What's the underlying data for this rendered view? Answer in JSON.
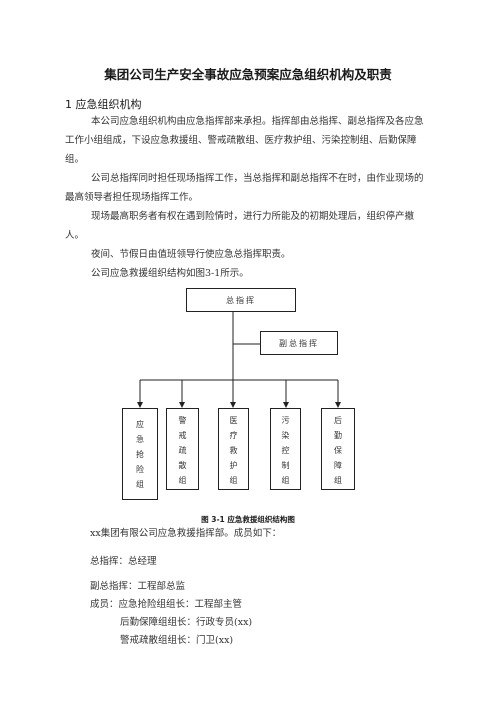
{
  "document": {
    "title": "集团公司生产安全事故应急预案应急组织机构及职责",
    "section_heading": "1  应急组织机构",
    "paragraphs": [
      "本公司应急组织机构由应急指挥部来承担。指挥部由总指挥、副总指挥及各应急工作小组组成，下设应急救援组、警戒疏散组、医疗救护组、污染控制组、后勤保障组。",
      "公司总指挥同时担任现场指挥工作，当总指挥和副总指挥不在时，由作业现场的最高领导者担任现场指挥工作。",
      "现场最高职务者有权在遇到险情时，进行力所能及的初期处理后，组织停产撤人。",
      "夜间、节假日由值班领导行使应急总指挥职责。",
      "公司应急救援组织结构如图3-1所示。"
    ]
  },
  "org_chart": {
    "top": "总指挥",
    "deputy": "副总指挥",
    "groups": [
      [
        "应",
        "急",
        "抢",
        "险",
        "组"
      ],
      [
        "警",
        "戒",
        "疏",
        "散",
        "组"
      ],
      [
        "医",
        "疗",
        "救",
        "护",
        "组"
      ],
      [
        "污",
        "染",
        "控",
        "制",
        "组"
      ],
      [
        "后",
        "勤",
        "保",
        "障",
        "组"
      ]
    ],
    "caption": "图 3-1  应急救援组织结构图"
  },
  "members": {
    "intro": "xx集团有限公司应急救援指挥部。成员如下：",
    "commander": "总指挥：总经理",
    "deputy": "副总指挥：工程部总监",
    "members_line": "成员：应急抢险组组长：工程部主管",
    "logistics": "后勤保障组组长：行政专员(xx)",
    "guard": "警戒疏散组组长：门卫(xx)"
  }
}
